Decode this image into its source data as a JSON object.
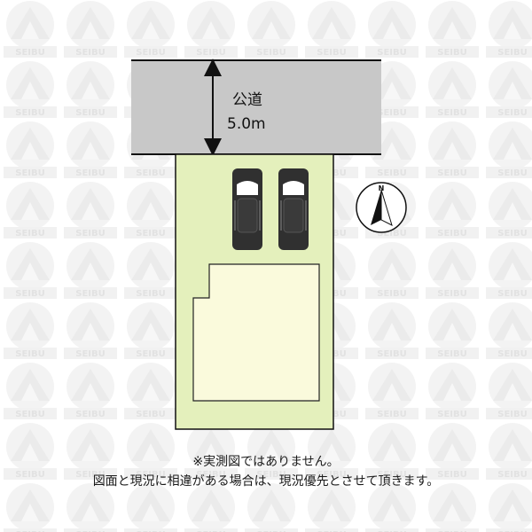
{
  "road": {
    "label": "公道",
    "width": "5.0m"
  },
  "compass": {
    "north_label": "N"
  },
  "notes": {
    "line1": "※実測図ではありません。",
    "line2": "図面と現況に相違がある場合は、現況優先とさせて頂きます。"
  },
  "watermark": {
    "text": "SEIBU"
  },
  "colors": {
    "road_fill": "#c8c8c8",
    "lot_fill": "#e4f0bc",
    "building_fill": "#fafadc",
    "watermark": "#f1f1f1"
  }
}
